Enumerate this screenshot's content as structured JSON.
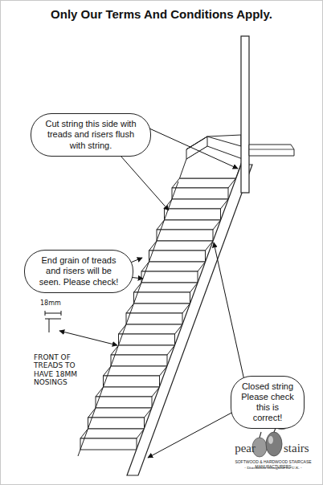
{
  "diagram": {
    "title": "Only Our Terms And Conditions Apply.",
    "nodes": [
      {
        "text": [
          "Cut string this side with treads and risers flush with string."
        ]
      },
      {
        "text": [
          "End grain of treads and risers will be seen. Please check!"
        ]
      },
      {
        "text": [
          "Closed string Please check this is correct!"
        ]
      }
    ],
    "labels": [
      "18mm",
      "FRONT OF TREADS TO HAVE 18MM NOSINGS",
      "pear",
      "stairs",
      "SOFTWOOD & HARDWOOD STAIRCASE MANUFACTURERS",
      "- Distribution throughout the U.K. -"
    ]
  }
}
